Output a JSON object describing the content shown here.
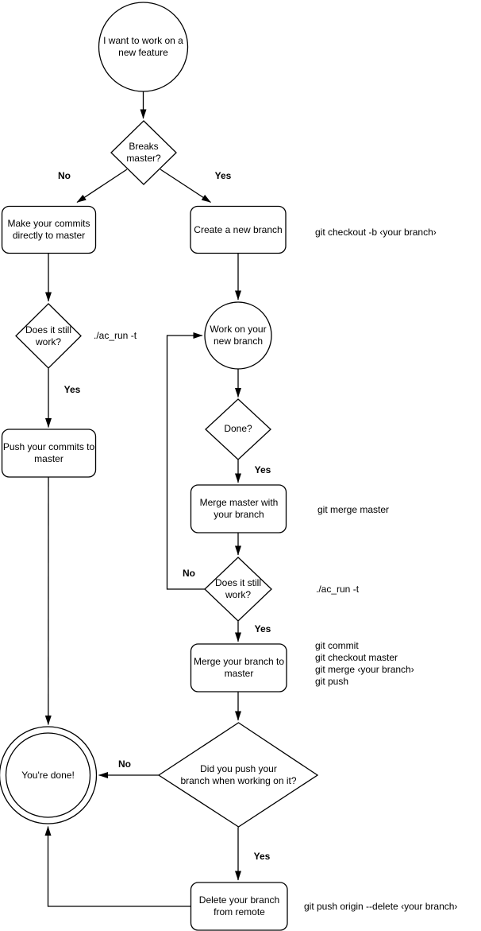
{
  "diagram": {
    "colors": {
      "background": "#ffffff",
      "stroke": "#000000",
      "text": "#000000"
    },
    "nodes": {
      "start": "I want to work on a\nnew feature",
      "breaks_master": "Breaks\nmaster?",
      "make_commits": "Make your commits\ndirectly to master",
      "create_branch": "Create a new branch",
      "does_it_work_1": "Does it still\nwork?",
      "push_commits": "Push your commits to\nmaster",
      "work_on_branch": "Work on your\nnew branch",
      "done_q": "Done?",
      "merge_master": "Merge master with\nyour branch",
      "does_it_work_2": "Does it still\nwork?",
      "merge_branch": "Merge your branch to\nmaster",
      "did_you_push": "Did you push your\nbranch when working on it?",
      "youre_done": "You're done!",
      "delete_branch": "Delete your branch\nfrom remote"
    },
    "edge_labels": {
      "breaks_no": "No",
      "breaks_yes": "Yes",
      "work_yes": "Yes",
      "done_yes": "Yes",
      "still_no": "No",
      "still_yes": "Yes",
      "push_no": "No",
      "push_yes": "Yes"
    },
    "annotations": {
      "checkout_branch": "git checkout -b ‹your branch›",
      "ac_run_1": "./ac_run -t",
      "merge_master_cmd": "git merge master",
      "ac_run_2": "./ac_run -t",
      "merge_to_master_cmds": "git commit\ngit checkout master\ngit merge ‹your branch›\ngit push",
      "delete_remote_cmd": "git push origin --delete ‹your branch›"
    }
  }
}
